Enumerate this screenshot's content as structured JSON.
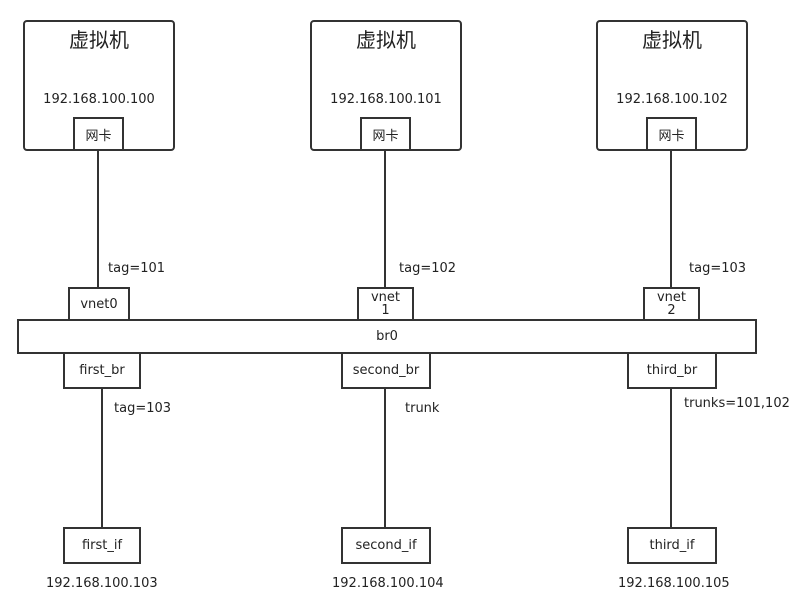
{
  "vms": [
    {
      "title": "虚拟机",
      "ip": "192.168.100.100",
      "nic": "网卡"
    },
    {
      "title": "虚拟机",
      "ip": "192.168.100.101",
      "nic": "网卡"
    },
    {
      "title": "虚拟机",
      "ip": "192.168.100.102",
      "nic": "网卡"
    }
  ],
  "vm_links": [
    "tag=101",
    "tag=102",
    "tag=103"
  ],
  "vnets": [
    "vnet0",
    "vnet\n1",
    "vnet\n2"
  ],
  "bridge": "br0",
  "ports": [
    "first_br",
    "second_br",
    "third_br"
  ],
  "port_links": [
    "tag=103",
    "trunk",
    "trunks=101,102"
  ],
  "ifaces": [
    "first_if",
    "second_if",
    "third_if"
  ],
  "iface_ips": [
    "192.168.100.103",
    "192.168.100.104",
    "192.168.100.105"
  ]
}
